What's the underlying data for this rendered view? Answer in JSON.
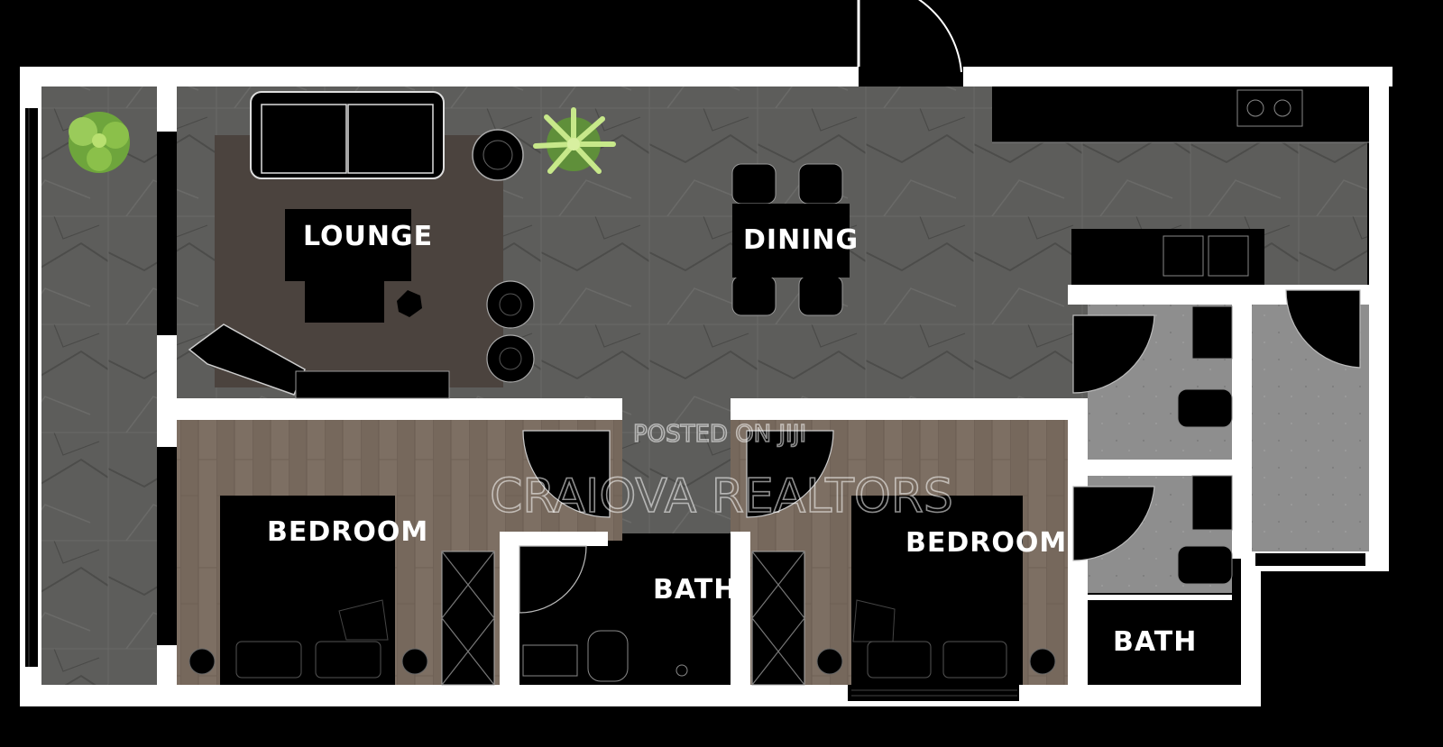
{
  "rooms": {
    "lounge": "LOUNGE",
    "dining": "DINING",
    "bedroom_left": "BEDROOM",
    "bedroom_right": "BEDROOM",
    "bath_center": "BATH",
    "bath_right": "BATH"
  },
  "watermark": {
    "line1": "POSTED ON JIJI",
    "line2": "CRAIOVA REALTORS"
  },
  "colors": {
    "background": "#000000",
    "walls": "#ffffff",
    "stone_floor": "#5b5b59",
    "wood_floor": "#7a6c60",
    "tile_floor": "#8f8f8f",
    "rug": "#4a423d",
    "plant": "#7fb34a"
  }
}
